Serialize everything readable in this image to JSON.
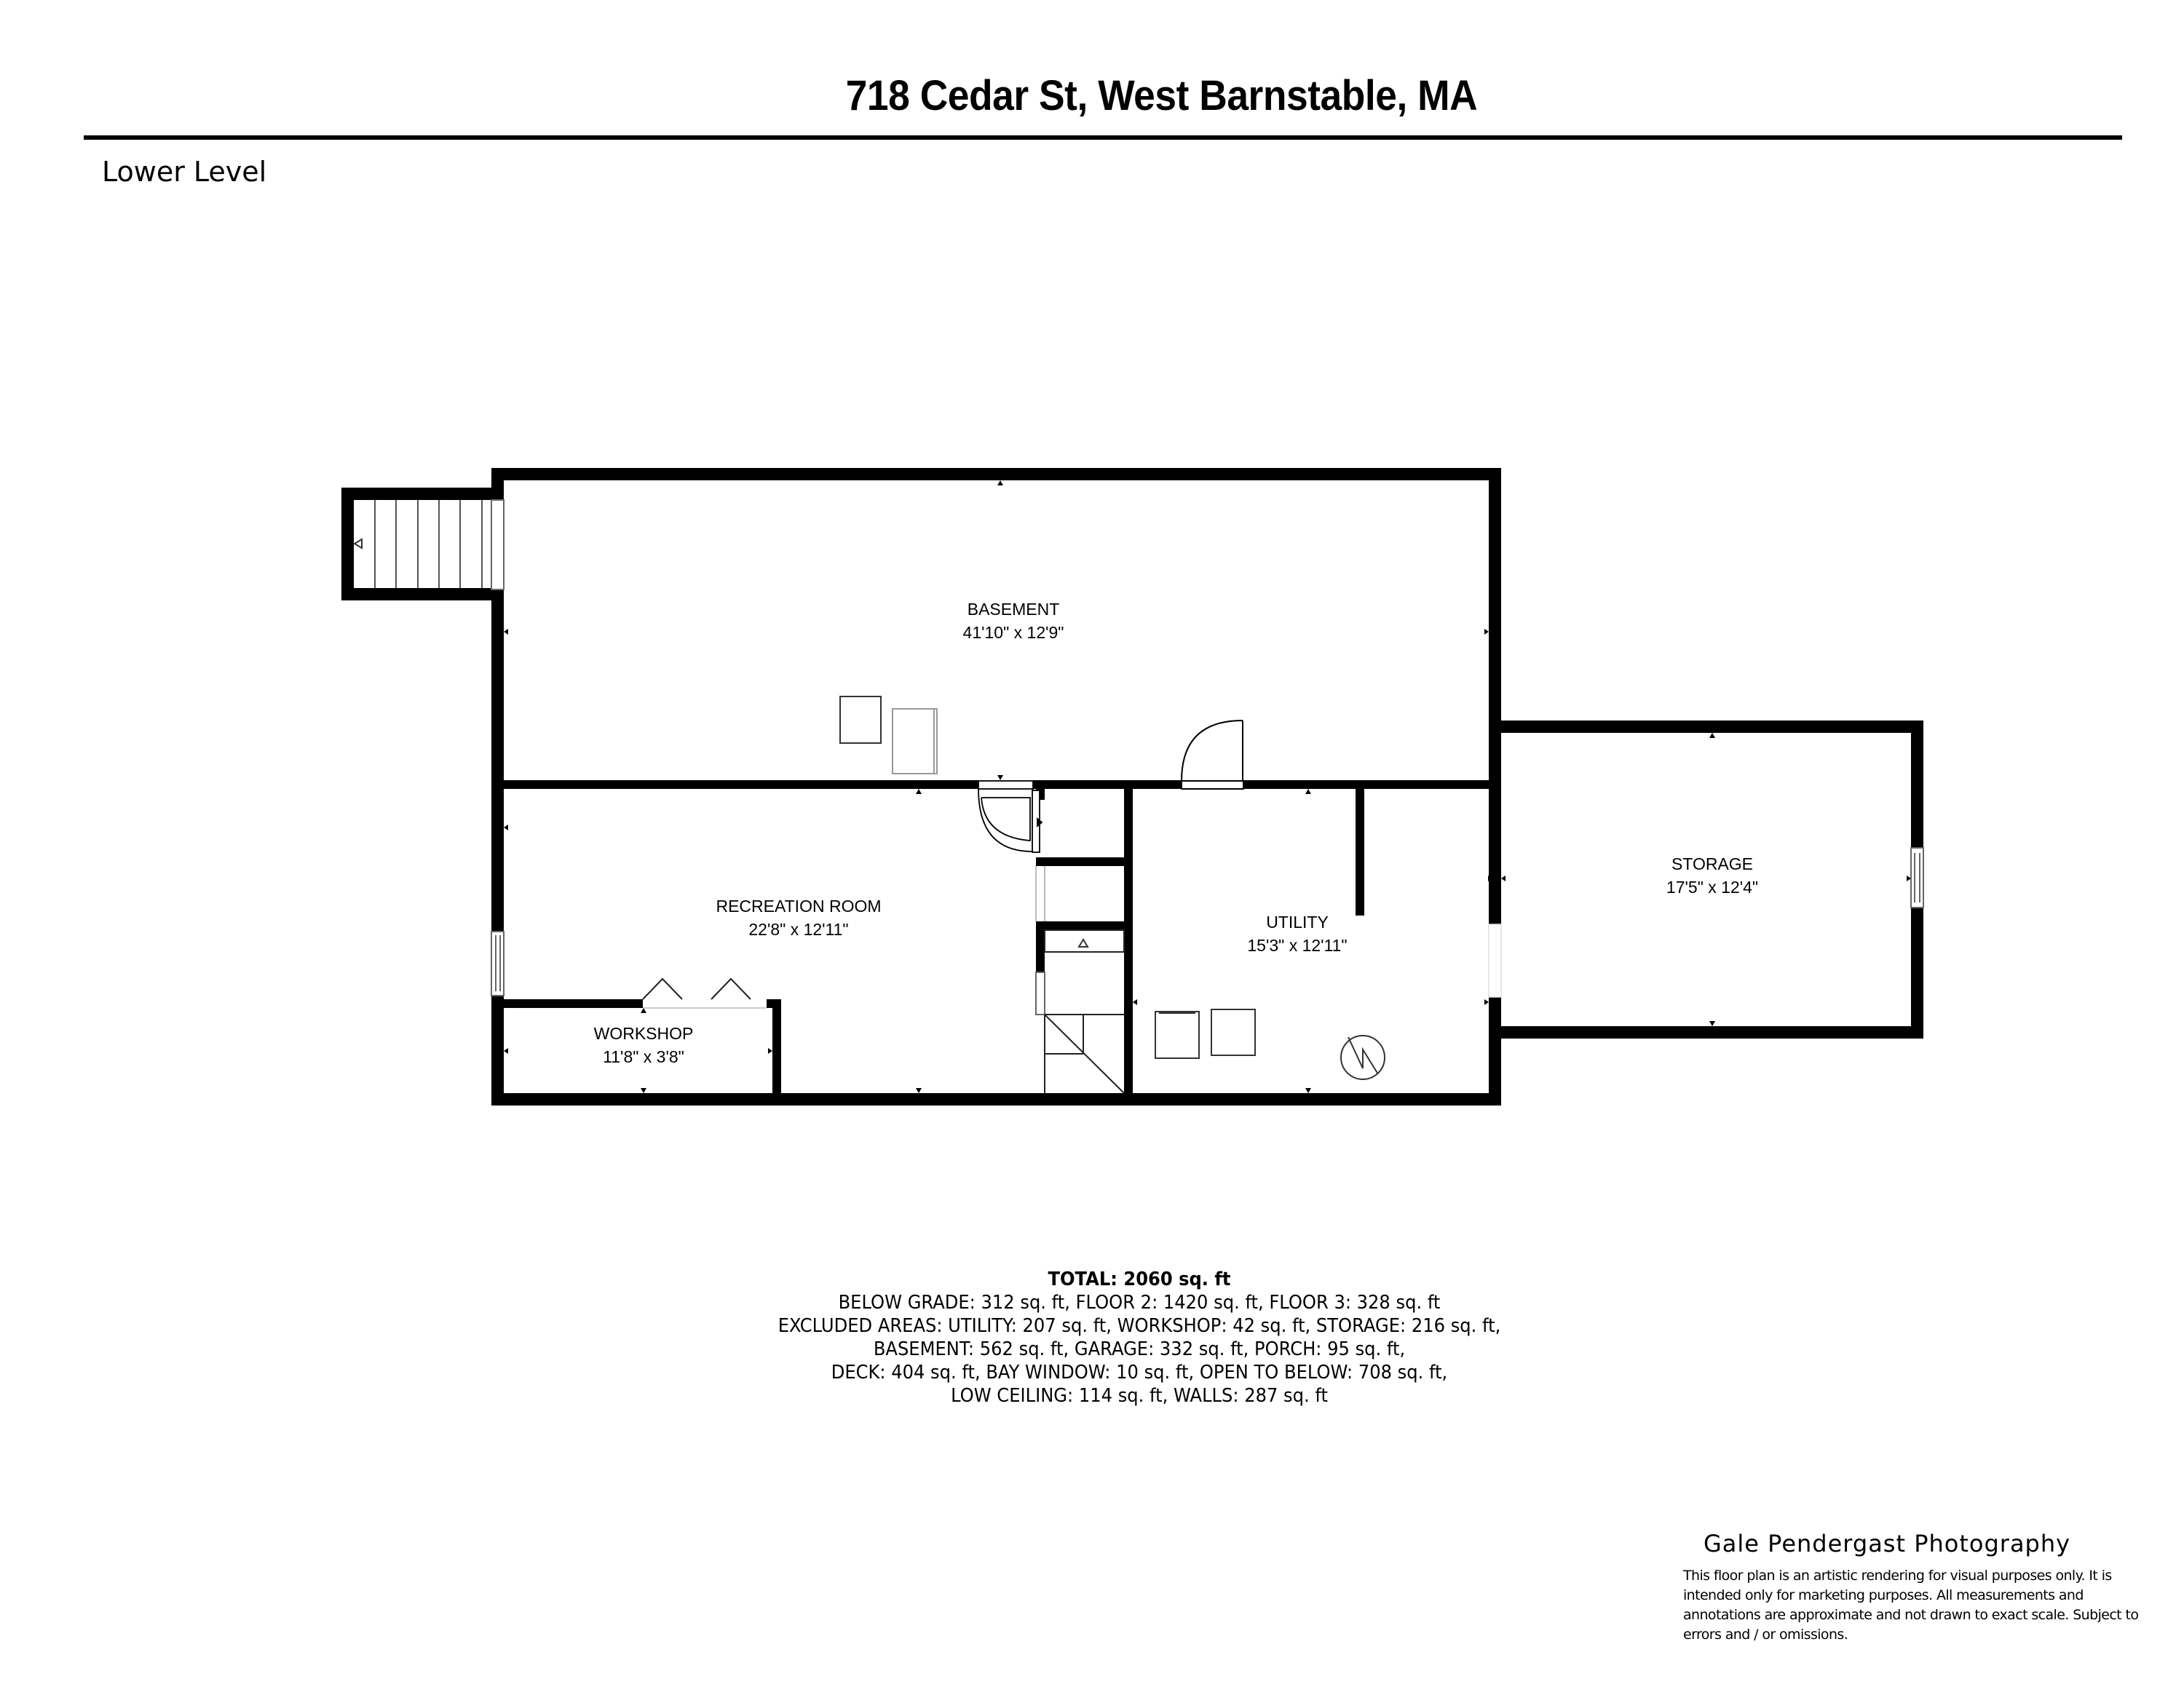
{
  "header": {
    "title": "718 Cedar St, West Barnstable,  MA",
    "level_label": "Lower Level"
  },
  "rooms": [
    {
      "name": "BASEMENT",
      "dimensions": "41'10\" x 12'9\""
    },
    {
      "name": "RECREATION ROOM",
      "dimensions": "22'8\" x 12'11\""
    },
    {
      "name": "WORKSHOP",
      "dimensions": "11'8\" x 3'8\""
    },
    {
      "name": "UTILITY",
      "dimensions": "15'3\" x 12'11\""
    },
    {
      "name": "STORAGE",
      "dimensions": "17'5\" x 12'4\""
    }
  ],
  "summary": {
    "total": "TOTAL: 2060 sq. ft",
    "lines": [
      "BELOW GRADE: 312 sq. ft, FLOOR 2: 1420 sq. ft, FLOOR 3: 328 sq. ft",
      "EXCLUDED AREAS: UTILITY: 207 sq. ft, WORKSHOP: 42 sq. ft, STORAGE: 216 sq. ft,",
      "BASEMENT: 562 sq. ft, GARAGE: 332 sq. ft, PORCH: 95 sq. ft,",
      "DECK: 404 sq. ft, BAY WINDOW: 10 sq. ft, OPEN TO BELOW: 708 sq. ft,",
      "LOW CEILING: 114 sq. ft, WALLS: 287 sq. ft"
    ]
  },
  "footer": {
    "credit": "Gale Pendergast Photography",
    "disclaimer": "This floor plan is an artistic rendering for visual purposes only. It is intended only for marketing purposes. All measurements and annotations are approximate and not drawn to exact scale. Subject to errors and / or omissions."
  },
  "colors": {
    "wall": "#000000",
    "background": "#ffffff",
    "fixture_line": "#333333"
  }
}
